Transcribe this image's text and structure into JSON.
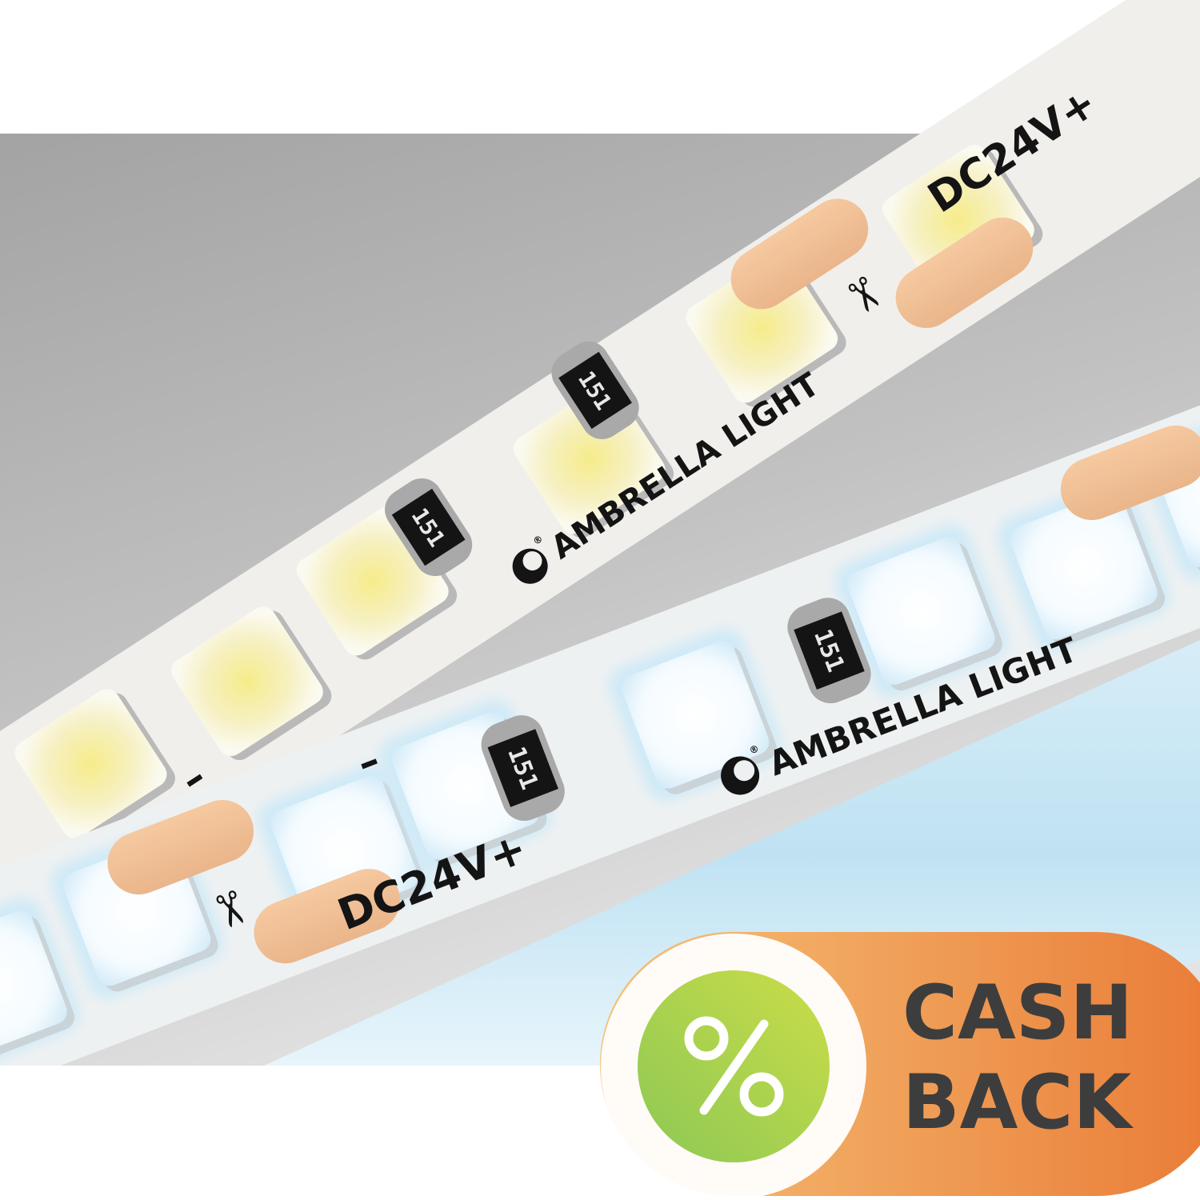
{
  "strips": {
    "brand": "AMBRELLA LIGHT",
    "registered_mark": "®",
    "voltage_label": "DC24V+",
    "resistor_code": "151",
    "minus_sign": "–",
    "cut_icon": "scissors-icon",
    "warm_strip_color": "#f3f0c4",
    "cool_strip_color": "#eaf6fc"
  },
  "badge": {
    "line1": "CASH",
    "line2": "BACK",
    "icon": "percent-icon",
    "gradient_start": "#f6c178",
    "gradient_end": "#e97b36",
    "circle_start": "#9fd05a",
    "circle_end": "#c5dc4a"
  },
  "colors": {
    "background_top": "#9e9e9e",
    "background_bottom": "#e2e2e2",
    "glow": "#bfe2f3"
  }
}
